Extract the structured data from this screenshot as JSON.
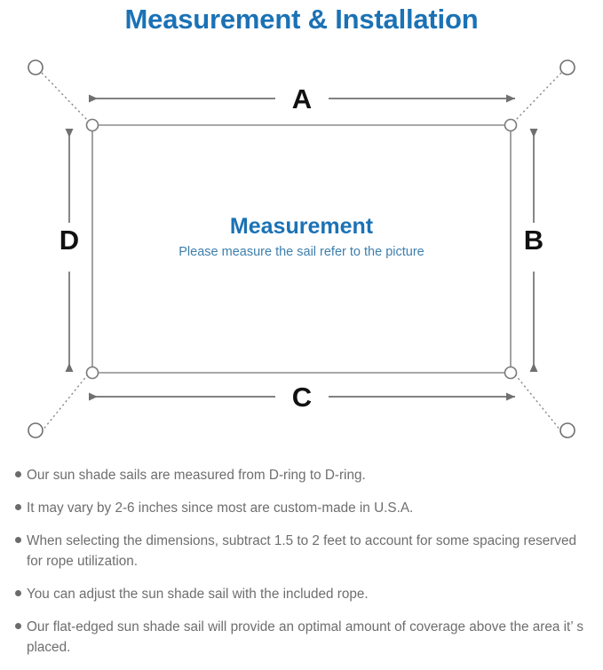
{
  "page": {
    "title": "Measurement & Installation",
    "title_color": "#1B72B5",
    "background_color": "#FFFFFF"
  },
  "diagram": {
    "name": "sun-shade-sail-measurement-diagram",
    "center_label": {
      "heading": "Measurement",
      "subtext": "Please measure the sail refer to the picture",
      "heading_color": "#1B72B5",
      "subtext_color": "#3D7FAD"
    },
    "dimension_labels": [
      {
        "id": "A",
        "label": "A",
        "position": "top",
        "orientation": "horizontal"
      },
      {
        "id": "B",
        "label": "B",
        "position": "right",
        "orientation": "vertical"
      },
      {
        "id": "C",
        "label": "C",
        "position": "bottom",
        "orientation": "horizontal"
      },
      {
        "id": "D",
        "label": "D",
        "position": "left",
        "orientation": "vertical"
      }
    ],
    "sail": {
      "shape": "rectangle",
      "line_color": "#808080",
      "fill_color": "#FFFFFF"
    },
    "d_rings": [
      {
        "corner": "top-left"
      },
      {
        "corner": "top-right"
      },
      {
        "corner": "bottom-right"
      },
      {
        "corner": "bottom-left"
      }
    ],
    "anchor_points": [
      {
        "corner": "top-left"
      },
      {
        "corner": "top-right"
      },
      {
        "corner": "bottom-right"
      },
      {
        "corner": "bottom-left"
      }
    ],
    "rope_line_style": "dotted",
    "arrow_color": "#707070"
  },
  "notes": {
    "bullet_color": "#6B6B6B",
    "text_color": "#6E6E6E",
    "items": [
      "Our sun shade sails are measured from D-ring to D-ring.",
      "It may vary by 2-6 inches since most are custom-made in U.S.A.",
      "When selecting the dimensions, subtract 1.5 to 2 feet to account for some spacing reserved for rope utilization.",
      "You can adjust the sun shade sail with the included rope.",
      "Our flat-edged sun shade sail will provide an optimal amount of coverage above the area it’ s placed."
    ]
  }
}
